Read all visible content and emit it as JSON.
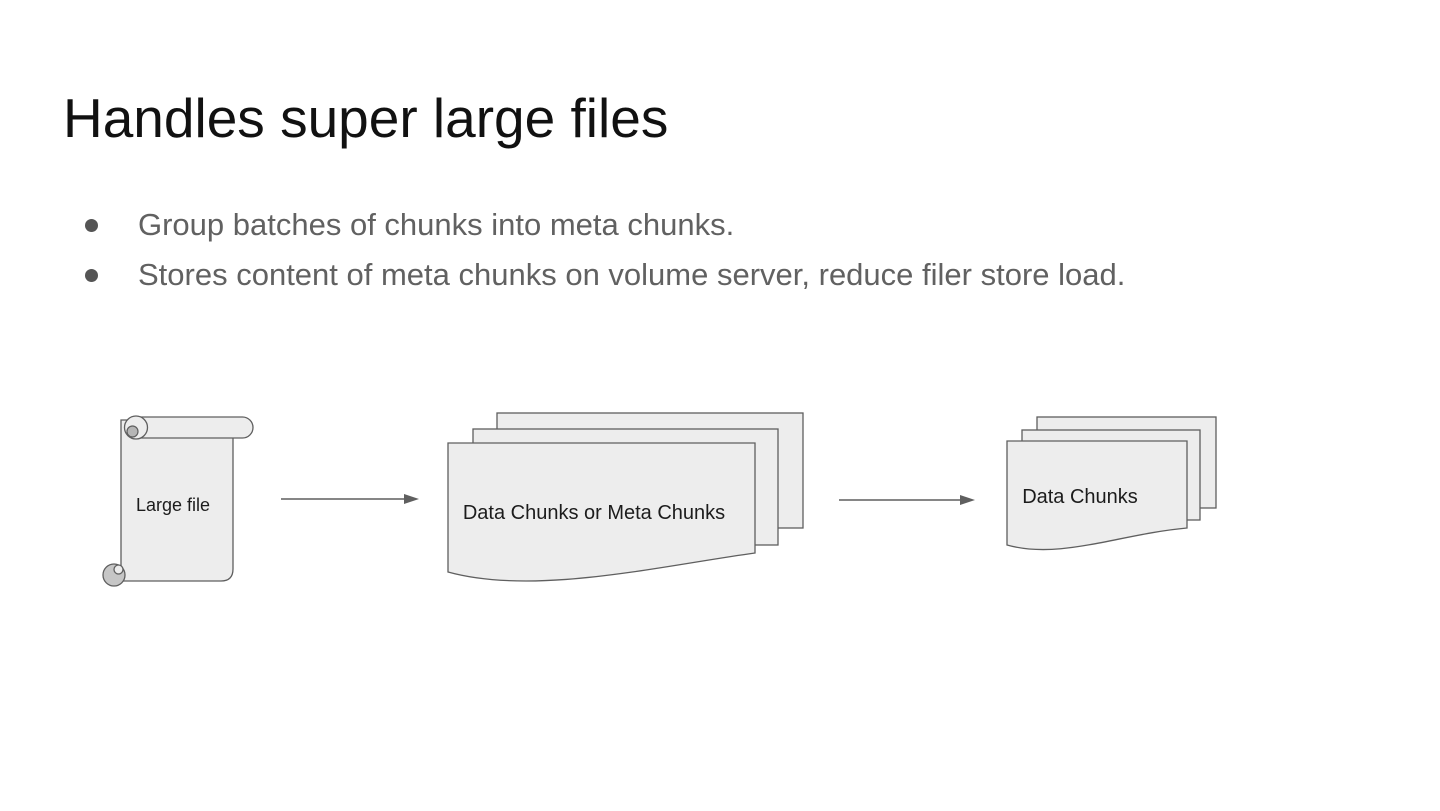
{
  "slide": {
    "title": "Handles super large files",
    "bullets": [
      "Group batches of chunks into meta chunks.",
      "Stores content of meta chunks on volume server, reduce filer store load."
    ],
    "diagram": {
      "nodes": [
        {
          "id": "large-file",
          "shape": "vertical-scroll",
          "label": "Large file"
        },
        {
          "id": "meta-chunks",
          "shape": "multi-document",
          "label": "Data Chunks or Meta Chunks"
        },
        {
          "id": "data-chunks",
          "shape": "multi-document",
          "label": "Data Chunks"
        }
      ],
      "connections": [
        {
          "from": "large-file",
          "to": "meta-chunks"
        },
        {
          "from": "meta-chunks",
          "to": "data-chunks"
        }
      ]
    }
  },
  "colors": {
    "background": "#ffffff",
    "title_text": "#111111",
    "bullet_text": "#616161",
    "bullet_marker": "#555555",
    "shape_fill": "#ededed",
    "shape_stroke": "#5f5f5f",
    "scroll_curl_dark": "#c6c6c6",
    "scroll_curl_mid": "#b5b5b5",
    "shape_label_text": "#1c1c1c",
    "arrow": "#5f5f5f"
  }
}
